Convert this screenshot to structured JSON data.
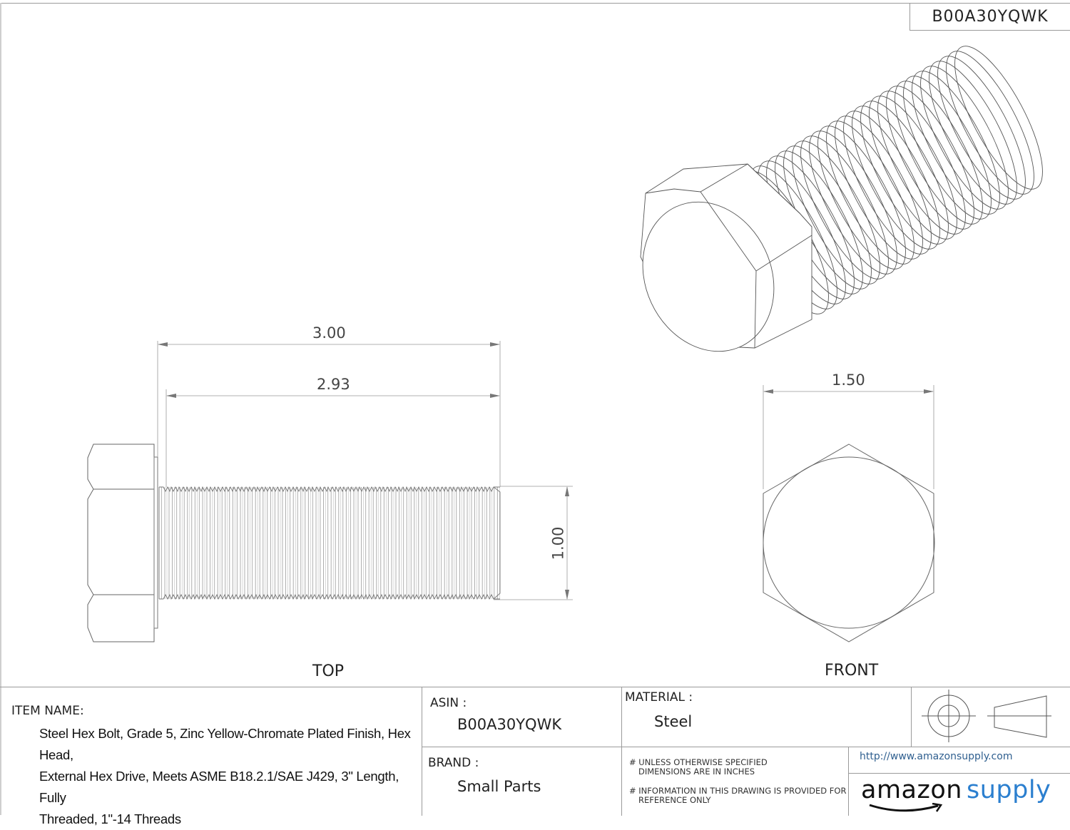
{
  "sheet": {
    "asin_corner": "B00A30YQWK"
  },
  "views": {
    "top": {
      "label": "TOP",
      "dimensions": {
        "overall_length": "3.00",
        "thread_length": "2.93",
        "diameter": "1.00"
      }
    },
    "front": {
      "label": "FRONT",
      "dimensions": {
        "across_flats": "1.50"
      }
    },
    "isometric": {
      "label": ""
    }
  },
  "title_block": {
    "item_name_label": "ITEM NAME:",
    "item_name_lines": [
      "Steel Hex Bolt, Grade 5, Zinc Yellow-Chromate Plated Finish, Hex Head,",
      "External Hex Drive, Meets ASME B18.2.1/SAE J429, 3\" Length, Fully",
      "Threaded, 1\"-14 Threads"
    ],
    "asin_label": "ASIN :",
    "asin_value": "B00A30YQWK",
    "material_label": "MATERIAL :",
    "material_value": "Steel",
    "brand_label": "BRAND :",
    "brand_value": "Small Parts",
    "notes": [
      {
        "line1": "# UNLESS OTHERWISE SPECIFIED",
        "line2": "DIMENSIONS ARE IN INCHES"
      },
      {
        "line1": "# INFORMATION IN THIS DRAWING IS PROVIDED FOR",
        "line2": "REFERENCE ONLY"
      }
    ],
    "projection_symbol": "third-angle-projection-icon",
    "url": "http://www.amazonsupply.com",
    "logo": {
      "word1": "amazon",
      "word2": "supply",
      "color_word1": "#111111",
      "color_word2": "#2b7fcf"
    }
  },
  "colors": {
    "line": "#555555",
    "border": "#9a9a9a",
    "dim_line": "#888888"
  }
}
